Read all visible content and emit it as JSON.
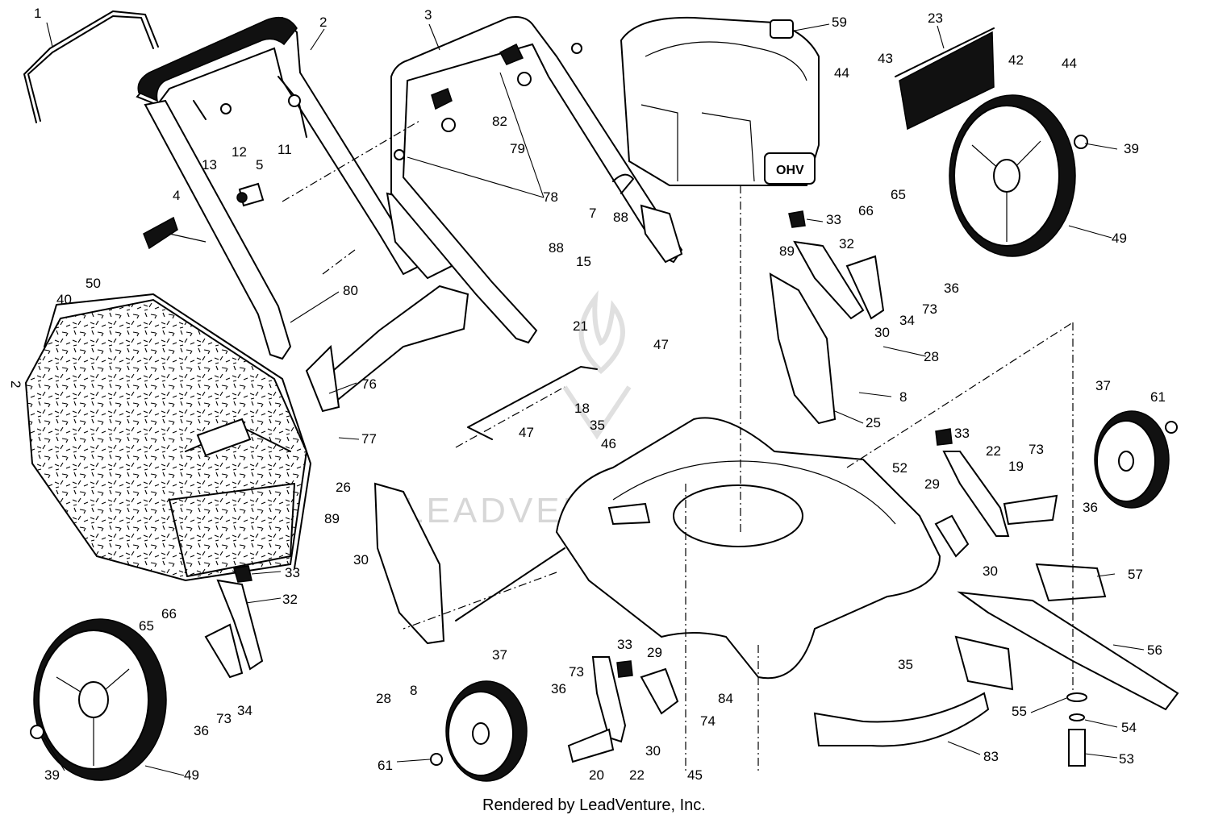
{
  "watermark": "LEADVENTURE",
  "footer": "Rendered by LeadVenture, Inc.",
  "engine_badge": "OHV",
  "labels": {
    "p1": "1",
    "p2a": "2",
    "p2b": "2",
    "p3": "3",
    "p4": "4",
    "p5": "5",
    "p7": "7",
    "p8a": "8",
    "p8b": "8",
    "p11": "11",
    "p12": "12",
    "p13": "13",
    "p15": "15",
    "p18": "18",
    "p19": "19",
    "p20": "20",
    "p21": "21",
    "p22a": "22",
    "p22b": "22",
    "p23": "23",
    "p25": "25",
    "p26": "26",
    "p28a": "28",
    "p28b": "28",
    "p29a": "29",
    "p29b": "29",
    "p30a": "30",
    "p30b": "30",
    "p30c": "30",
    "p30d": "30",
    "p32a": "32",
    "p32b": "32",
    "p33a": "33",
    "p33b": "33",
    "p33c": "33",
    "p33d": "33",
    "p34a": "34",
    "p34b": "34",
    "p35a": "35",
    "p35b": "35",
    "p36a": "36",
    "p36b": "36",
    "p36c": "36",
    "p36d": "36",
    "p37a": "37",
    "p37b": "37",
    "p39a": "39",
    "p39b": "39",
    "p40": "40",
    "p42": "42",
    "p43": "43",
    "p44a": "44",
    "p44b": "44",
    "p45": "45",
    "p46": "46",
    "p47a": "47",
    "p47b": "47",
    "p49a": "49",
    "p49b": "49",
    "p50": "50",
    "p52": "52",
    "p53": "53",
    "p54": "54",
    "p55": "55",
    "p56": "56",
    "p57": "57",
    "p59": "59",
    "p61a": "61",
    "p61b": "61",
    "p65a": "65",
    "p65b": "65",
    "p66a": "66",
    "p66b": "66",
    "p73a": "73",
    "p73b": "73",
    "p73c": "73",
    "p73d": "73",
    "p74": "74",
    "p76": "76",
    "p77": "77",
    "p78": "78",
    "p79": "79",
    "p80": "80",
    "p82": "82",
    "p83": "83",
    "p84": "84",
    "p88a": "88",
    "p88b": "88",
    "p89a": "89",
    "p89b": "89"
  }
}
